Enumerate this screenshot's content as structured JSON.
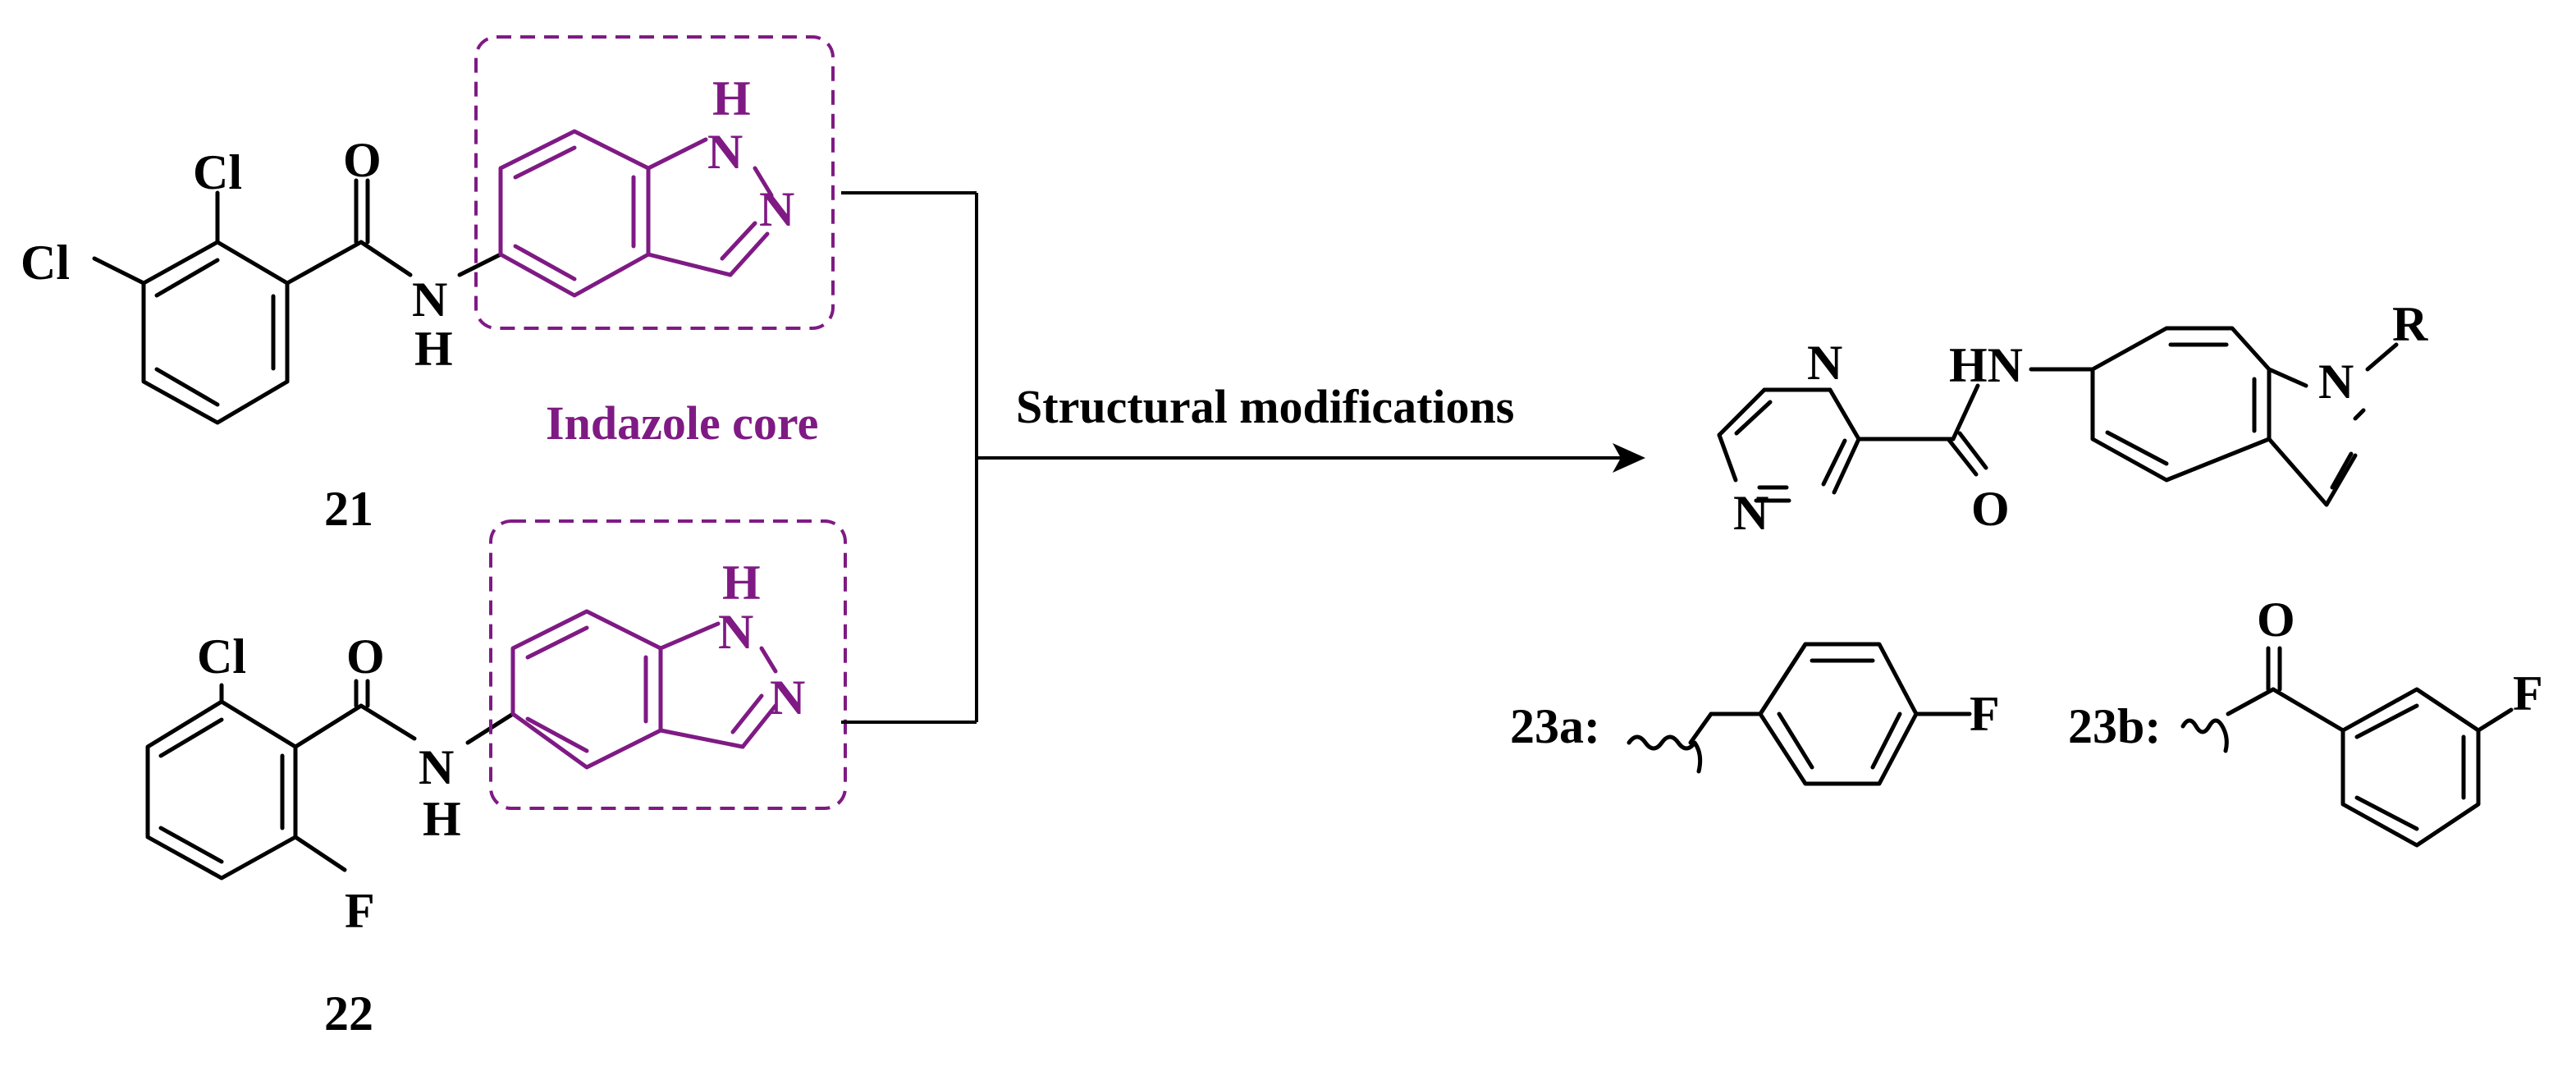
{
  "colors": {
    "ink": "#000000",
    "highlight": "#7f1a84"
  },
  "compounds": {
    "c21": {
      "label": "21"
    },
    "c22": {
      "label": "22"
    },
    "c23a": {
      "label": "23a:"
    },
    "c23b": {
      "label": "23b:"
    }
  },
  "atoms": {
    "cl": "Cl",
    "o": "O",
    "n": "N",
    "h": "H",
    "hn": "HN",
    "f": "F",
    "r": "R"
  },
  "highlight_label": "Indazole core",
  "arrow_label": "Structural modifications"
}
